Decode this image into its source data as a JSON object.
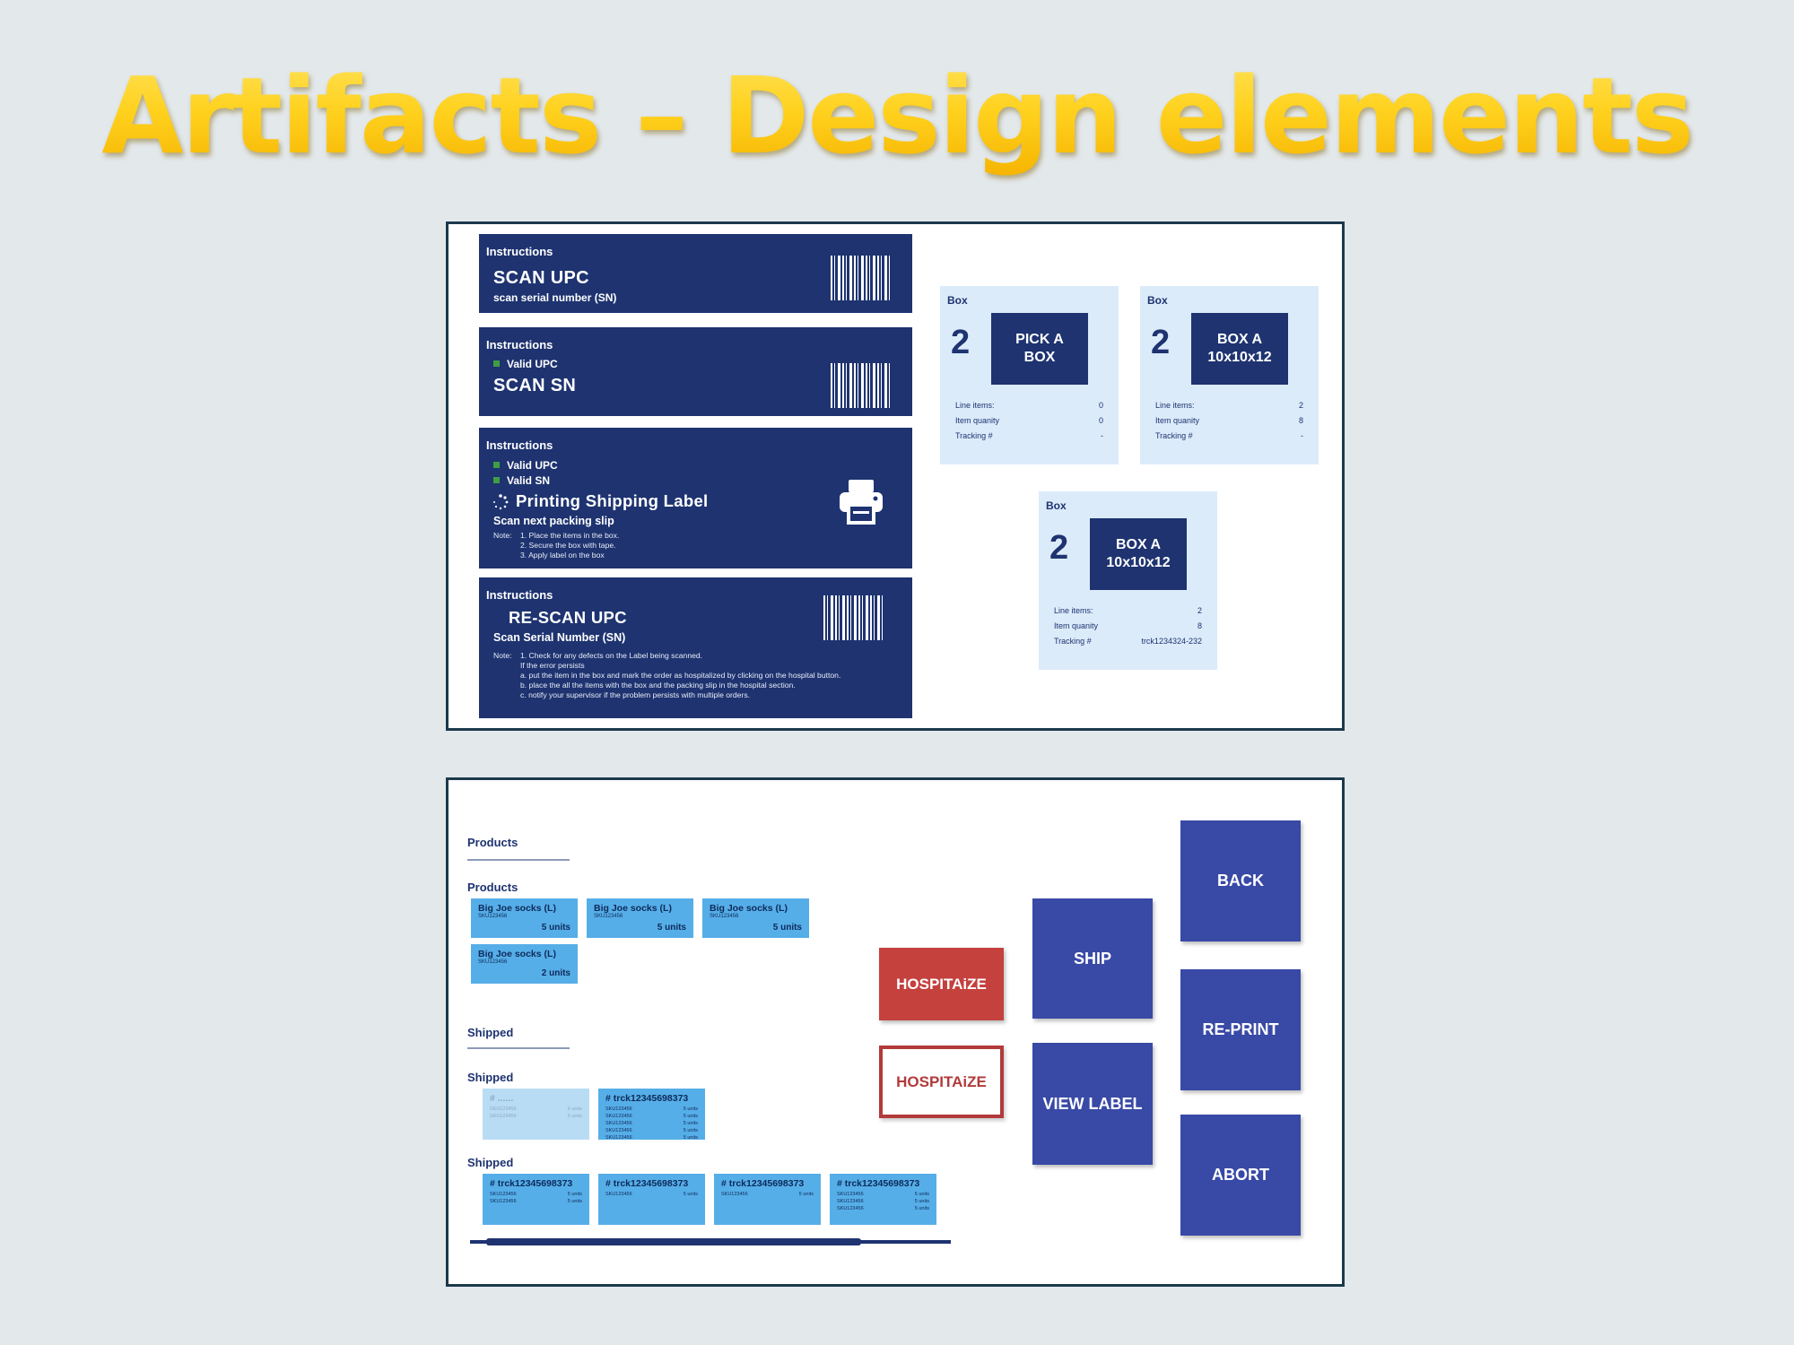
{
  "title": "Artifacts – Design elements",
  "instructions": [
    {
      "header": "Instructions",
      "title": "SCAN UPC",
      "subtitle": "scan serial number (SN)"
    },
    {
      "header": "Instructions",
      "checks": [
        "Valid UPC"
      ],
      "title": "SCAN SN"
    },
    {
      "header": "Instructions",
      "checks": [
        "Valid UPC",
        "Valid SN"
      ],
      "title": "Printing Shipping Label",
      "subtitle": "Scan next packing slip",
      "note_label": "Note:",
      "notes": [
        "1. Place the items in the box.",
        "2. Secure the box with tape.",
        "3. Apply label on the box"
      ]
    },
    {
      "header": "Instructions",
      "title": "RE-SCAN UPC",
      "subtitle": "Scan Serial Number (SN)",
      "note_label": "Note:",
      "notes": [
        "1. Check for any defects on the Label being scanned.",
        "If the error persists",
        "a. put the item in the box and mark the order as hospitalized by clicking on the hospital button.",
        "b. place the all the items with the box and the packing slip in the hospital section.",
        "c. notify your supervisor if the problem persists with multiple orders."
      ]
    }
  ],
  "boxes": [
    {
      "label": "Box",
      "number": "2",
      "tile": "PICK A BOX",
      "rows": [
        [
          "Line items:",
          "0"
        ],
        [
          "Item quanity",
          "0"
        ],
        [
          "Tracking #",
          "-"
        ]
      ]
    },
    {
      "label": "Box",
      "number": "2",
      "tile": "BOX A 10x10x12",
      "rows": [
        [
          "Line items:",
          "2"
        ],
        [
          "Item quanity",
          "8"
        ],
        [
          "Tracking #",
          "-"
        ]
      ]
    },
    {
      "label": "Box",
      "number": "2",
      "tile": "BOX A 10x10x12",
      "rows": [
        [
          "Line items:",
          "2"
        ],
        [
          "Item quanity",
          "8"
        ],
        [
          "Tracking #",
          "trck1234324-232"
        ]
      ]
    }
  ],
  "bottom": {
    "products_heading_1": "Products",
    "products_heading_2": "Products",
    "products": [
      {
        "name": "Big Joe socks (L)",
        "sku": "SKU123456",
        "units": "5 units"
      },
      {
        "name": "Big Joe socks (L)",
        "sku": "SKU123456",
        "units": "5 units"
      },
      {
        "name": "Big Joe socks (L)",
        "sku": "SKU123456",
        "units": "5 units"
      },
      {
        "name": "Big Joe socks (L)",
        "sku": "SKU123456",
        "units": "2 units"
      }
    ],
    "shipped_heading_1": "Shipped",
    "shipped_heading_2": "Shipped",
    "shipped_heading_3": "Shipped",
    "shipped_row1": [
      {
        "tracking": "# ......",
        "lines": [
          [
            "SKU123456",
            "6 units"
          ],
          [
            "SKU123456",
            "5 units"
          ]
        ]
      },
      {
        "tracking": "# trck12345698373",
        "lines": [
          [
            "SKU123456",
            "5 units"
          ],
          [
            "SKU123456",
            "5 units"
          ],
          [
            "SKU123456",
            "5 units"
          ],
          [
            "SKU123456",
            "5 units"
          ],
          [
            "SKU123456",
            "5 units"
          ]
        ]
      }
    ],
    "shipped_row2": [
      {
        "tracking": "# trck12345698373",
        "lines": [
          [
            "SKU123456",
            "5 units"
          ],
          [
            "SKU123456",
            "5 units"
          ]
        ]
      },
      {
        "tracking": "# trck12345698373",
        "lines": [
          [
            "SKU123456",
            "5 units"
          ]
        ]
      },
      {
        "tracking": "# trck12345698373",
        "lines": [
          [
            "SKU123456",
            "5 units"
          ]
        ]
      },
      {
        "tracking": "# trck12345698373",
        "lines": [
          [
            "SKU123456",
            "5 units"
          ],
          [
            "SKU123456",
            "5 units"
          ],
          [
            "SKU123456",
            "5 units"
          ]
        ]
      }
    ],
    "buttons": {
      "hospitalize": "HOSPITAiZE",
      "hospitalize_outline": "HOSPITAiZE",
      "ship": "SHIP",
      "view_label": "VIEW LABEL",
      "back": "BACK",
      "reprint": "RE-PRINT",
      "abort": "ABORT"
    },
    "scroll_position": 0.78
  },
  "colors": {
    "navy": "#1e3370",
    "button_blue": "#3949a6",
    "hospital_red": "#c4413e",
    "product_blue": "#56aee8",
    "box_bg": "#dcebfa",
    "title_gold": "#ffc20e"
  },
  "icons": {
    "barcode": "barcode-icon",
    "printer": "printer-icon",
    "spinner": "spinner-icon",
    "check": "check-icon"
  }
}
